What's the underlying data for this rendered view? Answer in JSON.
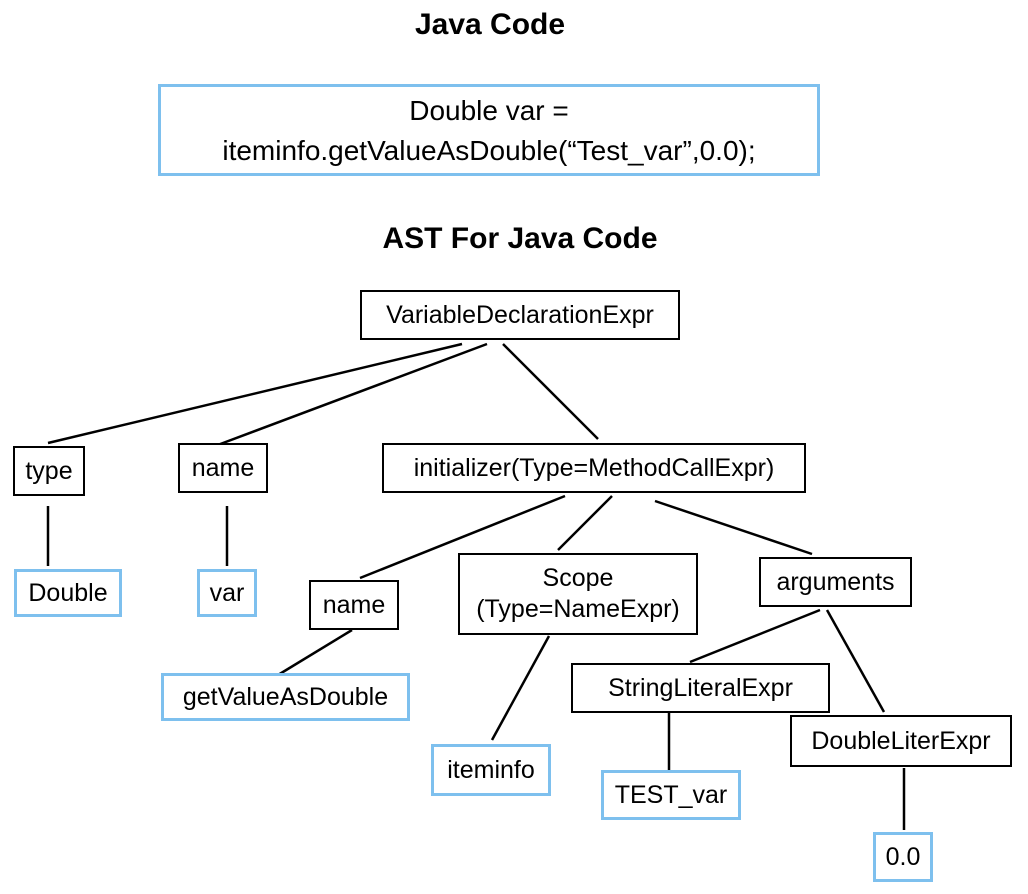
{
  "titles": {
    "java_code": "Java Code",
    "ast": "AST For Java Code"
  },
  "code": {
    "line1": "Double var =",
    "line2": "iteminfo.getValueAsDouble(“Test_var”,0.0);"
  },
  "nodes": {
    "root": "VariableDeclarationExpr",
    "type": "type",
    "name": "name",
    "initializer": "initializer(Type=MethodCallExpr)",
    "type_value": "Double",
    "name_value": "var",
    "method_name": "name",
    "scope_line1": "Scope",
    "scope_line2": "(Type=NameExpr)",
    "arguments": "arguments",
    "method_name_value": "getValueAsDouble",
    "scope_value": "iteminfo",
    "string_literal": "StringLiteralExpr",
    "double_literal": "DoubleLiterExpr",
    "string_value": "TEST_var",
    "double_value": "0.0"
  }
}
